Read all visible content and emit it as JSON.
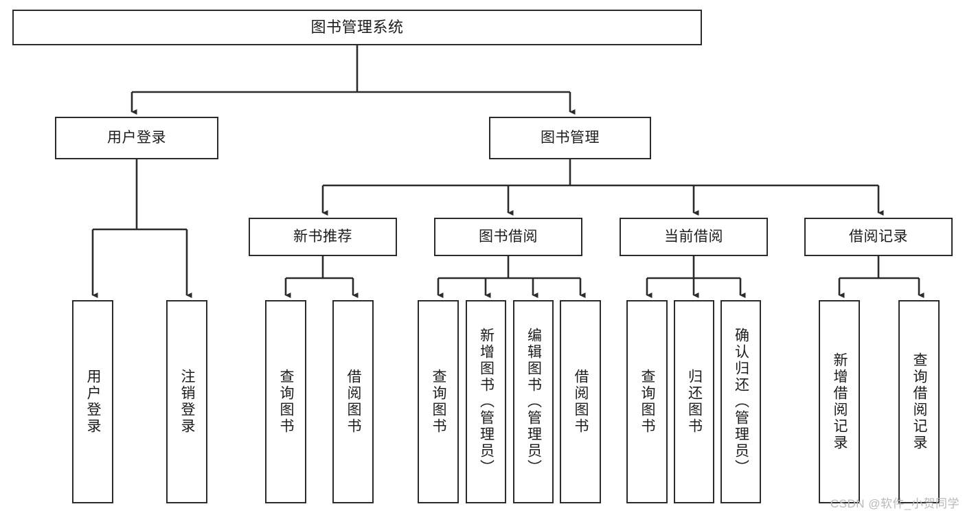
{
  "diagram": {
    "title": "图书管理系统",
    "type": "tree-hierarchy-chart",
    "stroke_color": "#2b2b2b",
    "fill_color": "#ffffff",
    "text_color": "#1c1c1c"
  },
  "root": {
    "label": "图书管理系统"
  },
  "level2": [
    {
      "label": "用户登录"
    },
    {
      "label": "图书管理"
    }
  ],
  "level3": [
    {
      "label": "新书推荐"
    },
    {
      "label": "图书借阅"
    },
    {
      "label": "当前借阅"
    },
    {
      "label": "借阅记录"
    }
  ],
  "leaves": {
    "user_login": [
      {
        "label": "用户登录"
      },
      {
        "label": "注销登录"
      }
    ],
    "new_book_recommend": [
      {
        "label": "查询图书"
      },
      {
        "label": "借阅图书"
      }
    ],
    "book_borrow": [
      {
        "label": "查询图书"
      },
      {
        "label": "新增图书（管理员）"
      },
      {
        "label": "编辑图书（管理员）"
      },
      {
        "label": "借阅图书"
      }
    ],
    "current_borrow": [
      {
        "label": "查询图书"
      },
      {
        "label": "归还图书"
      },
      {
        "label": "确认归还（管理员）"
      }
    ],
    "borrow_record": [
      {
        "label": "新增借阅记录"
      },
      {
        "label": "查询借阅记录"
      }
    ]
  },
  "watermark": {
    "text": "CSDN @软件_小贺同学"
  }
}
